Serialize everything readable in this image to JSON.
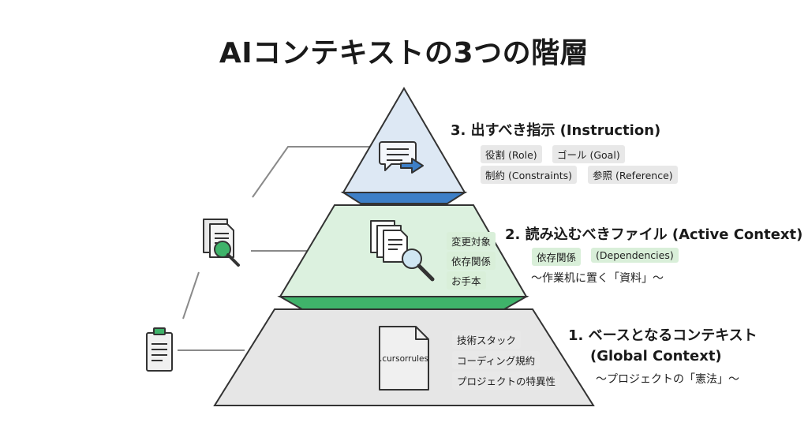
{
  "title": "AIコンテキストの3つの階層",
  "colors": {
    "top_fill": "#dde8f4",
    "top_band": "#3d7fc7",
    "mid_fill": "#dcf1df",
    "mid_band": "#3fb36a",
    "base_fill": "#e6e6e6",
    "outline": "#333333",
    "connector": "#8a8a8a",
    "tag_gray": "#e8e8e8",
    "tag_green": "#d9efd9"
  },
  "icons": {
    "top": "chat-arrow-icon",
    "middle": "documents-magnifier-icon",
    "base": "cursorrules-file-icon",
    "side_docs": "documents-search-icon",
    "side_clipboard": "clipboard-icon"
  },
  "levels": {
    "instruction": {
      "heading": "3. 出すべき指示 (Instruction)",
      "tags": [
        "役割 (Role)",
        "ゴール (Goal)",
        "制約 (Constraints)",
        "参照 (Reference)"
      ]
    },
    "active": {
      "heading": "2. 読み込むべきファイル (Active Context)",
      "inner_tags": [
        "変更対象",
        "依存関係",
        "お手本"
      ],
      "tag_main": "依存関係",
      "tag_en": "(Dependencies)",
      "subtitle": "〜作業机に置く「資料」〜"
    },
    "global": {
      "heading_line1": "1. ベースとなるコンテキスト",
      "heading_line2": "(Global Context)",
      "subtitle": "〜プロジェクトの「憲法」〜",
      "file_label": ".cursorrules",
      "inner_tags": [
        "技術スタック",
        "コーディング規約",
        "プロジェクトの特異性"
      ]
    }
  }
}
